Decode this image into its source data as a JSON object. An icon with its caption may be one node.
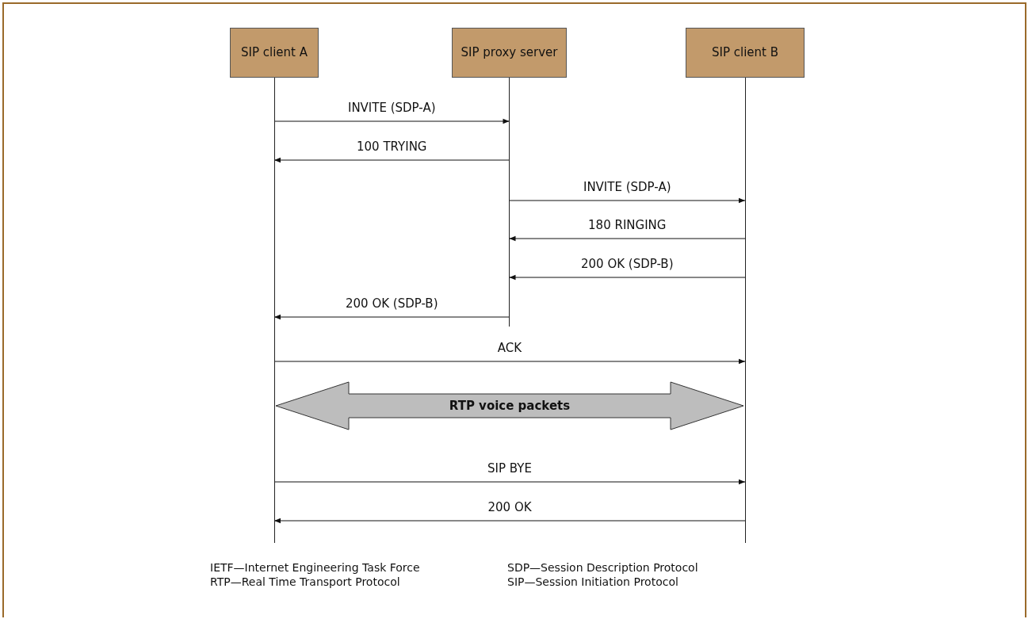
{
  "diagram": {
    "nodes": [
      {
        "text": [
          "SIP client A"
        ]
      },
      {
        "text": [
          "SIP proxy server"
        ]
      },
      {
        "text": [
          "SIP client B"
        ]
      }
    ],
    "edges": [
      {
        "from": 0,
        "to": 1,
        "arrow": "to",
        "label": "INVITE (SDP-A)"
      },
      {
        "from": 1,
        "to": 0,
        "arrow": "to",
        "label": "100 TRYING"
      },
      {
        "from": 1,
        "to": 2,
        "arrow": "to",
        "label": "INVITE (SDP-A)"
      },
      {
        "from": 2,
        "to": 1,
        "arrow": "to",
        "label": "180 RINGING"
      },
      {
        "from": 2,
        "to": 1,
        "arrow": "to",
        "label": "200 OK (SDP-B)"
      },
      {
        "from": 1,
        "to": 0,
        "arrow": "to",
        "label": "200 OK (SDP-B)"
      },
      {
        "from": 0,
        "to": 2,
        "arrow": "to",
        "label": "ACK"
      },
      {
        "from": 0,
        "to": 2,
        "arrow": "both",
        "label": "RTP voice packets",
        "style": "thick"
      },
      {
        "from": 0,
        "to": 2,
        "arrow": "to",
        "label": "SIP BYE"
      },
      {
        "from": 2,
        "to": 0,
        "arrow": "to",
        "label": "200 OK"
      }
    ],
    "labels": [
      "IETF—Internet Engineering Task Force",
      "SDP—Session Description Protocol",
      "RTP—Real Time Transport Protocol",
      "SIP—Session Initiation Protocol"
    ]
  }
}
